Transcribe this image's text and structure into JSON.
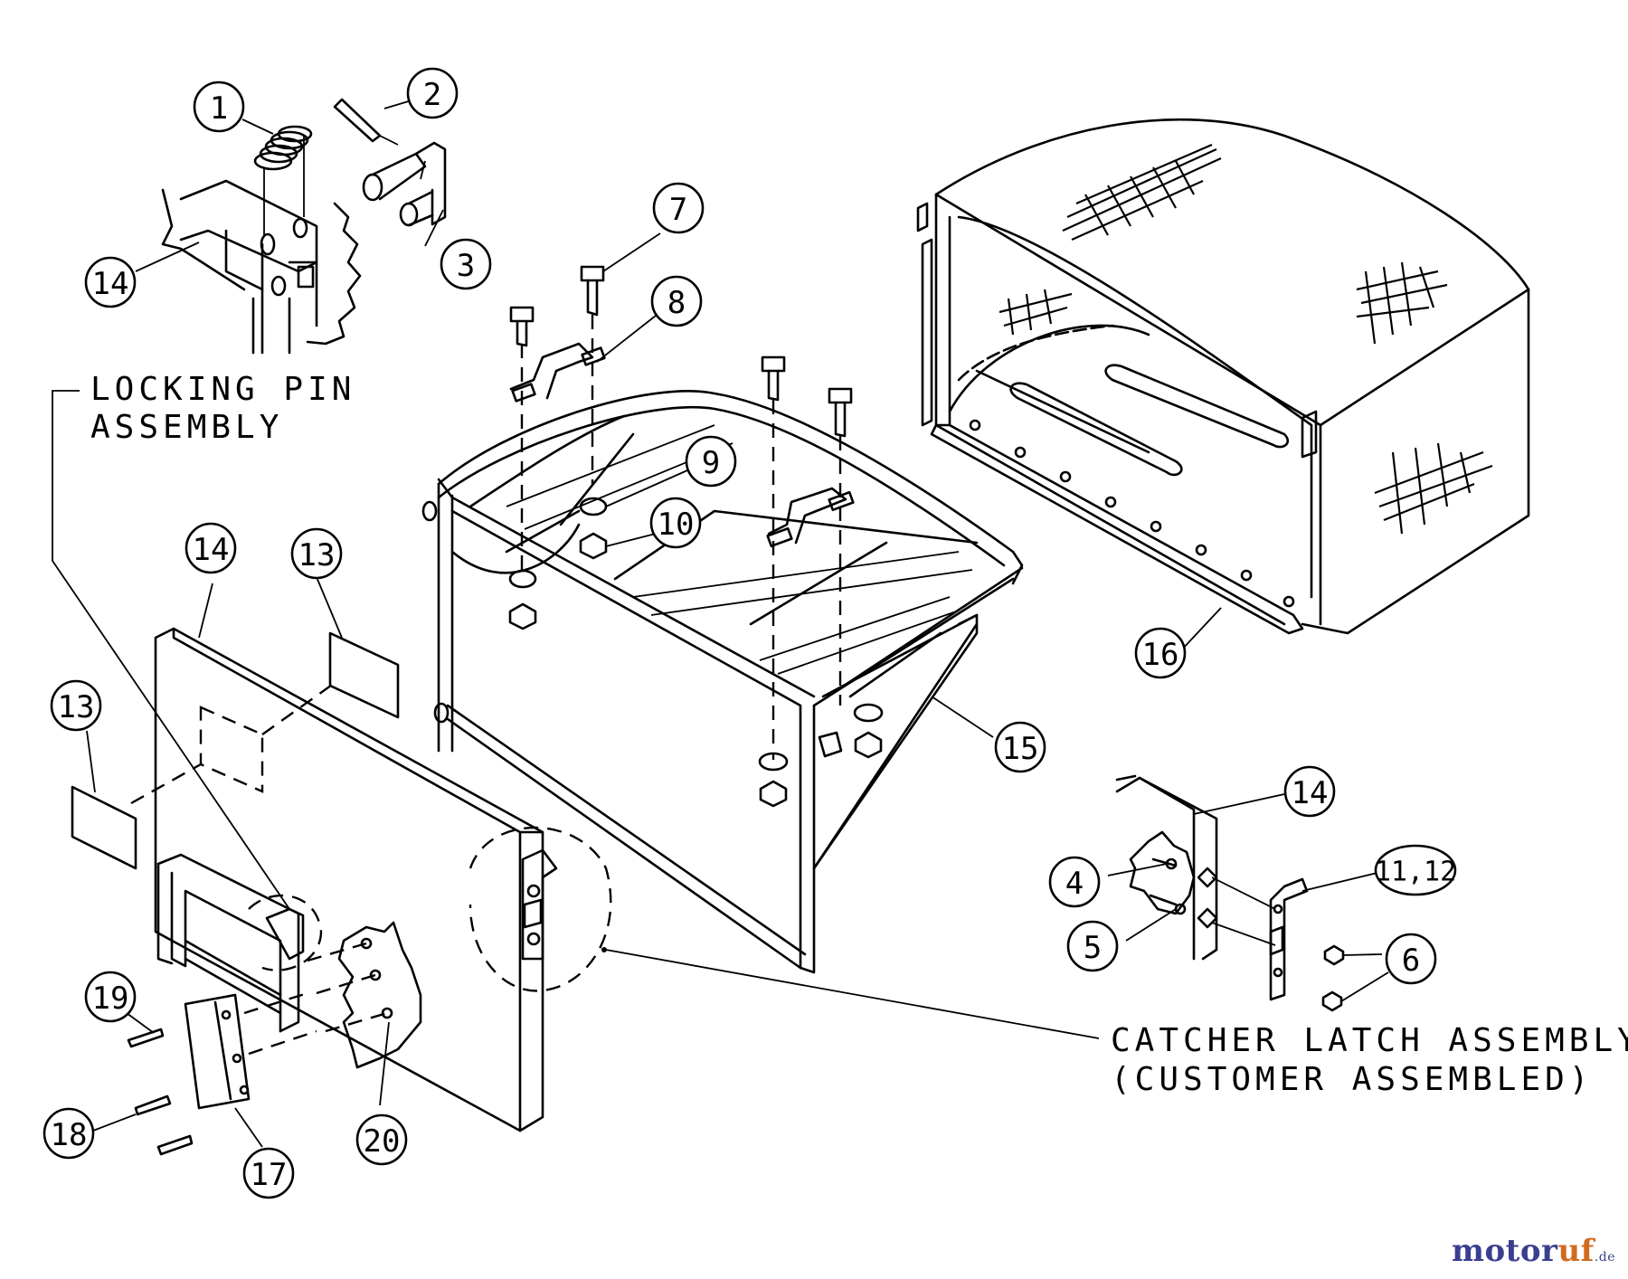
{
  "callouts": [
    {
      "id": "1",
      "label": "1"
    },
    {
      "id": "2",
      "label": "2"
    },
    {
      "id": "3",
      "label": "3"
    },
    {
      "id": "14a",
      "label": "14"
    },
    {
      "id": "7",
      "label": "7"
    },
    {
      "id": "8",
      "label": "8"
    },
    {
      "id": "9",
      "label": "9"
    },
    {
      "id": "10",
      "label": "10"
    },
    {
      "id": "14b",
      "label": "14"
    },
    {
      "id": "13a",
      "label": "13"
    },
    {
      "id": "13b",
      "label": "13"
    },
    {
      "id": "16",
      "label": "16"
    },
    {
      "id": "15",
      "label": "15"
    },
    {
      "id": "14c",
      "label": "14"
    },
    {
      "id": "4",
      "label": "4"
    },
    {
      "id": "5",
      "label": "5"
    },
    {
      "id": "11_12",
      "label": "11,12"
    },
    {
      "id": "6",
      "label": "6"
    },
    {
      "id": "19",
      "label": "19"
    },
    {
      "id": "18",
      "label": "18"
    },
    {
      "id": "17",
      "label": "17"
    },
    {
      "id": "20",
      "label": "20"
    }
  ],
  "notes": {
    "locking_pin_line1": "LOCKING PIN",
    "locking_pin_line2": "ASSEMBLY",
    "catcher_latch_line1": "CATCHER LATCH ASSEMBLY",
    "catcher_latch_line2": "(CUSTOMER ASSEMBLED)"
  },
  "watermark": {
    "part1": "motor",
    "part2": "uf",
    "suffix": ".de"
  },
  "colors": {
    "ink": "#000000",
    "background": "#ffffff",
    "watermark_blue": "#3b3f8f",
    "watermark_orange": "#d26a1e"
  }
}
